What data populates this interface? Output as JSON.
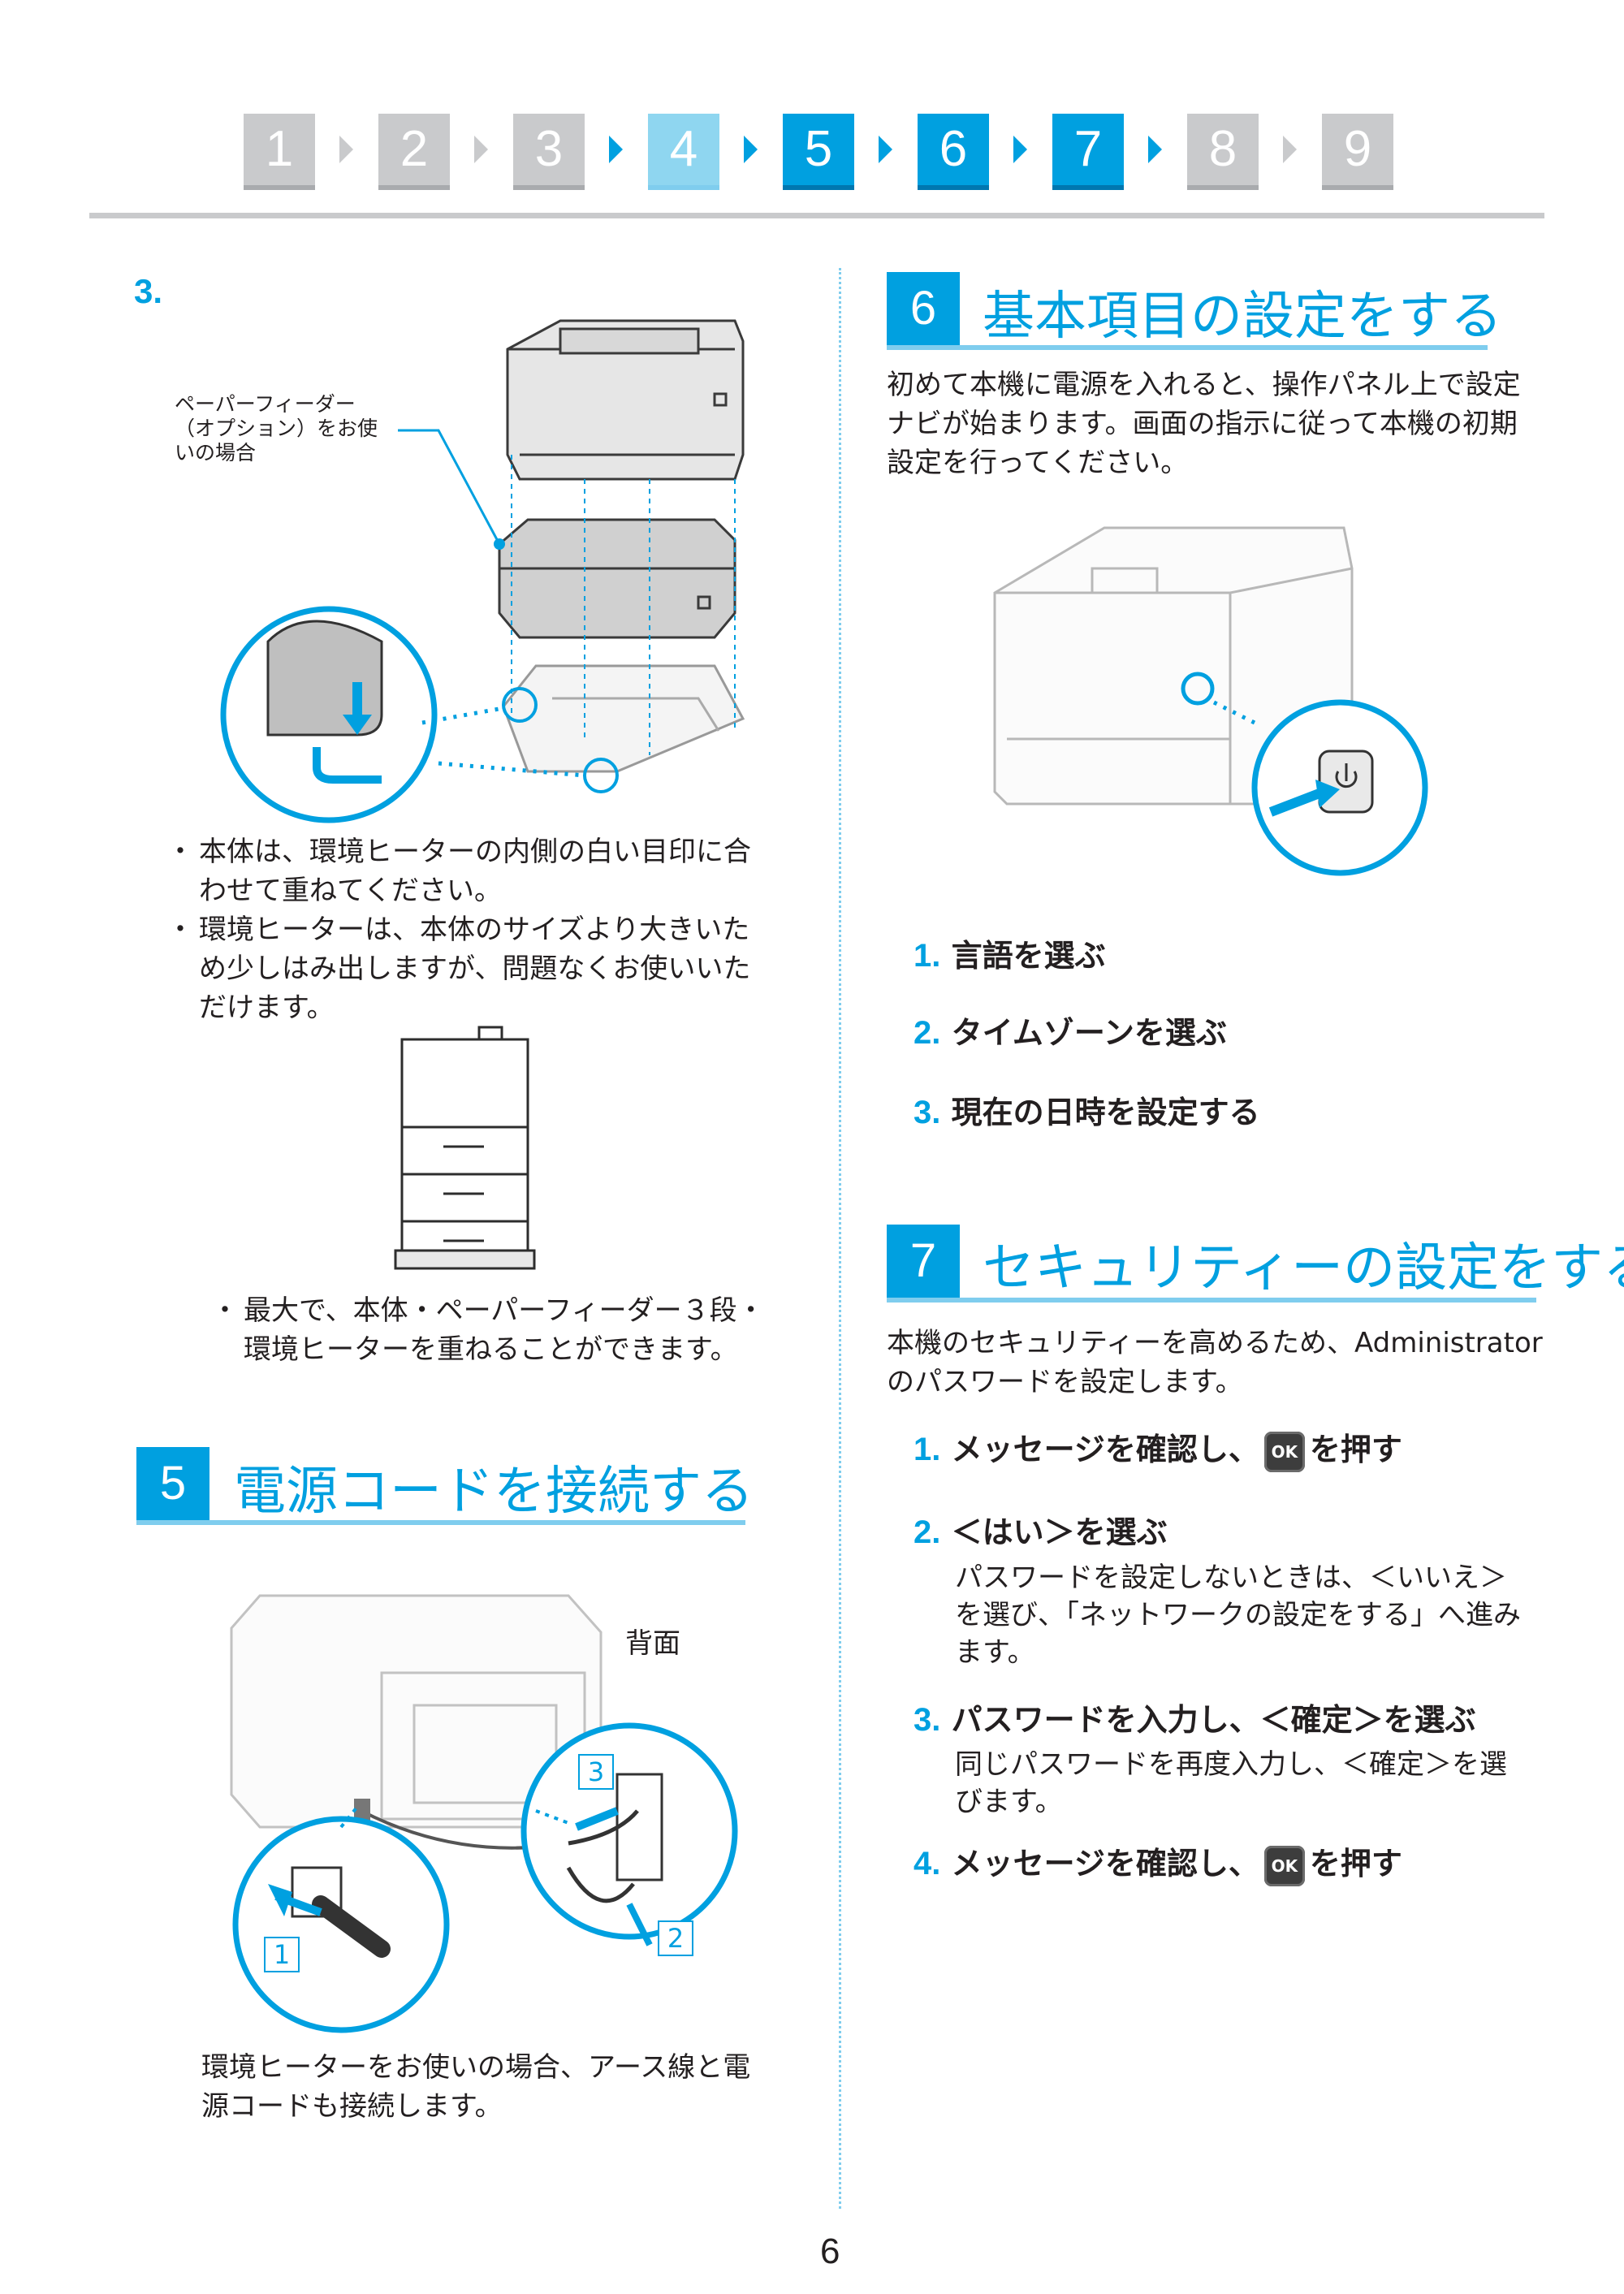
{
  "steps": [
    "1",
    "2",
    "3",
    "4",
    "5",
    "6",
    "7",
    "8",
    "9"
  ],
  "left": {
    "step3_num": "3.",
    "feeder_label_1": "ペーパーフィーダー",
    "feeder_label_2": "（オプション）をお使",
    "feeder_label_3": "いの場合",
    "bullets_a": [
      "本体は、環境ヒーターの内側の白い目印に合",
      "わせて重ねてください。",
      "環境ヒーターは、本体のサイズより大きいた",
      "め少しはみ出しますが、問題なくお使いいた",
      "だけます。"
    ],
    "bullets_b": [
      "最大で、本体・ペーパーフィーダー３段・",
      "環境ヒーターを重ねることができます。"
    ],
    "bullet_mark": "・",
    "section5_num": "5",
    "section5_title": "電源コードを接続する",
    "back_label": "背面",
    "callouts": [
      "1",
      "2",
      "3"
    ],
    "note_1": "環境ヒーターをお使いの場合、アース線と電",
    "note_2": "源コードも接続します。"
  },
  "right": {
    "section6_num": "6",
    "section6_title": "基本項目の設定をする",
    "section6_body": [
      "初めて本機に電源を入れると、操作パネル上で設定",
      "ナビが始まります。画面の指示に従って本機の初期",
      "設定を行ってください。"
    ],
    "section6_steps": [
      {
        "num": "1.",
        "label": "言語を選ぶ"
      },
      {
        "num": "2.",
        "label": "タイムゾーンを選ぶ"
      },
      {
        "num": "3.",
        "label": "現在の日時を設定する"
      }
    ],
    "section7_num": "7",
    "section7_title": "セキュリティーの設定をする",
    "section7_body": [
      "本機のセキュリティーを高めるため、Administrator",
      "のパスワードを設定します。"
    ],
    "s7_1_num": "1.",
    "s7_1_a": "メッセージを確認し、",
    "s7_1_b": "を押す",
    "s7_2_num": "2.",
    "s7_2_label": "＜はい＞を選ぶ",
    "s7_2_sub": [
      "パスワードを設定しないときは、＜いいえ＞",
      "を選び、「ネットワークの設定をする」へ進み",
      "ます。"
    ],
    "s7_3_num": "3.",
    "s7_3_label": "パスワードを入力し、＜確定＞を選ぶ",
    "s7_3_sub": [
      "同じパスワードを再度入力し、＜確定＞を選",
      "びます。"
    ],
    "s7_4_num": "4.",
    "s7_4_a": "メッセージを確認し、",
    "s7_4_b": "を押す",
    "ok_key": "OK"
  },
  "page_number": "6",
  "colors": {
    "accent": "#00a0e0",
    "accent_light": "#8fd6f0",
    "inactive": "#c9cacc"
  }
}
